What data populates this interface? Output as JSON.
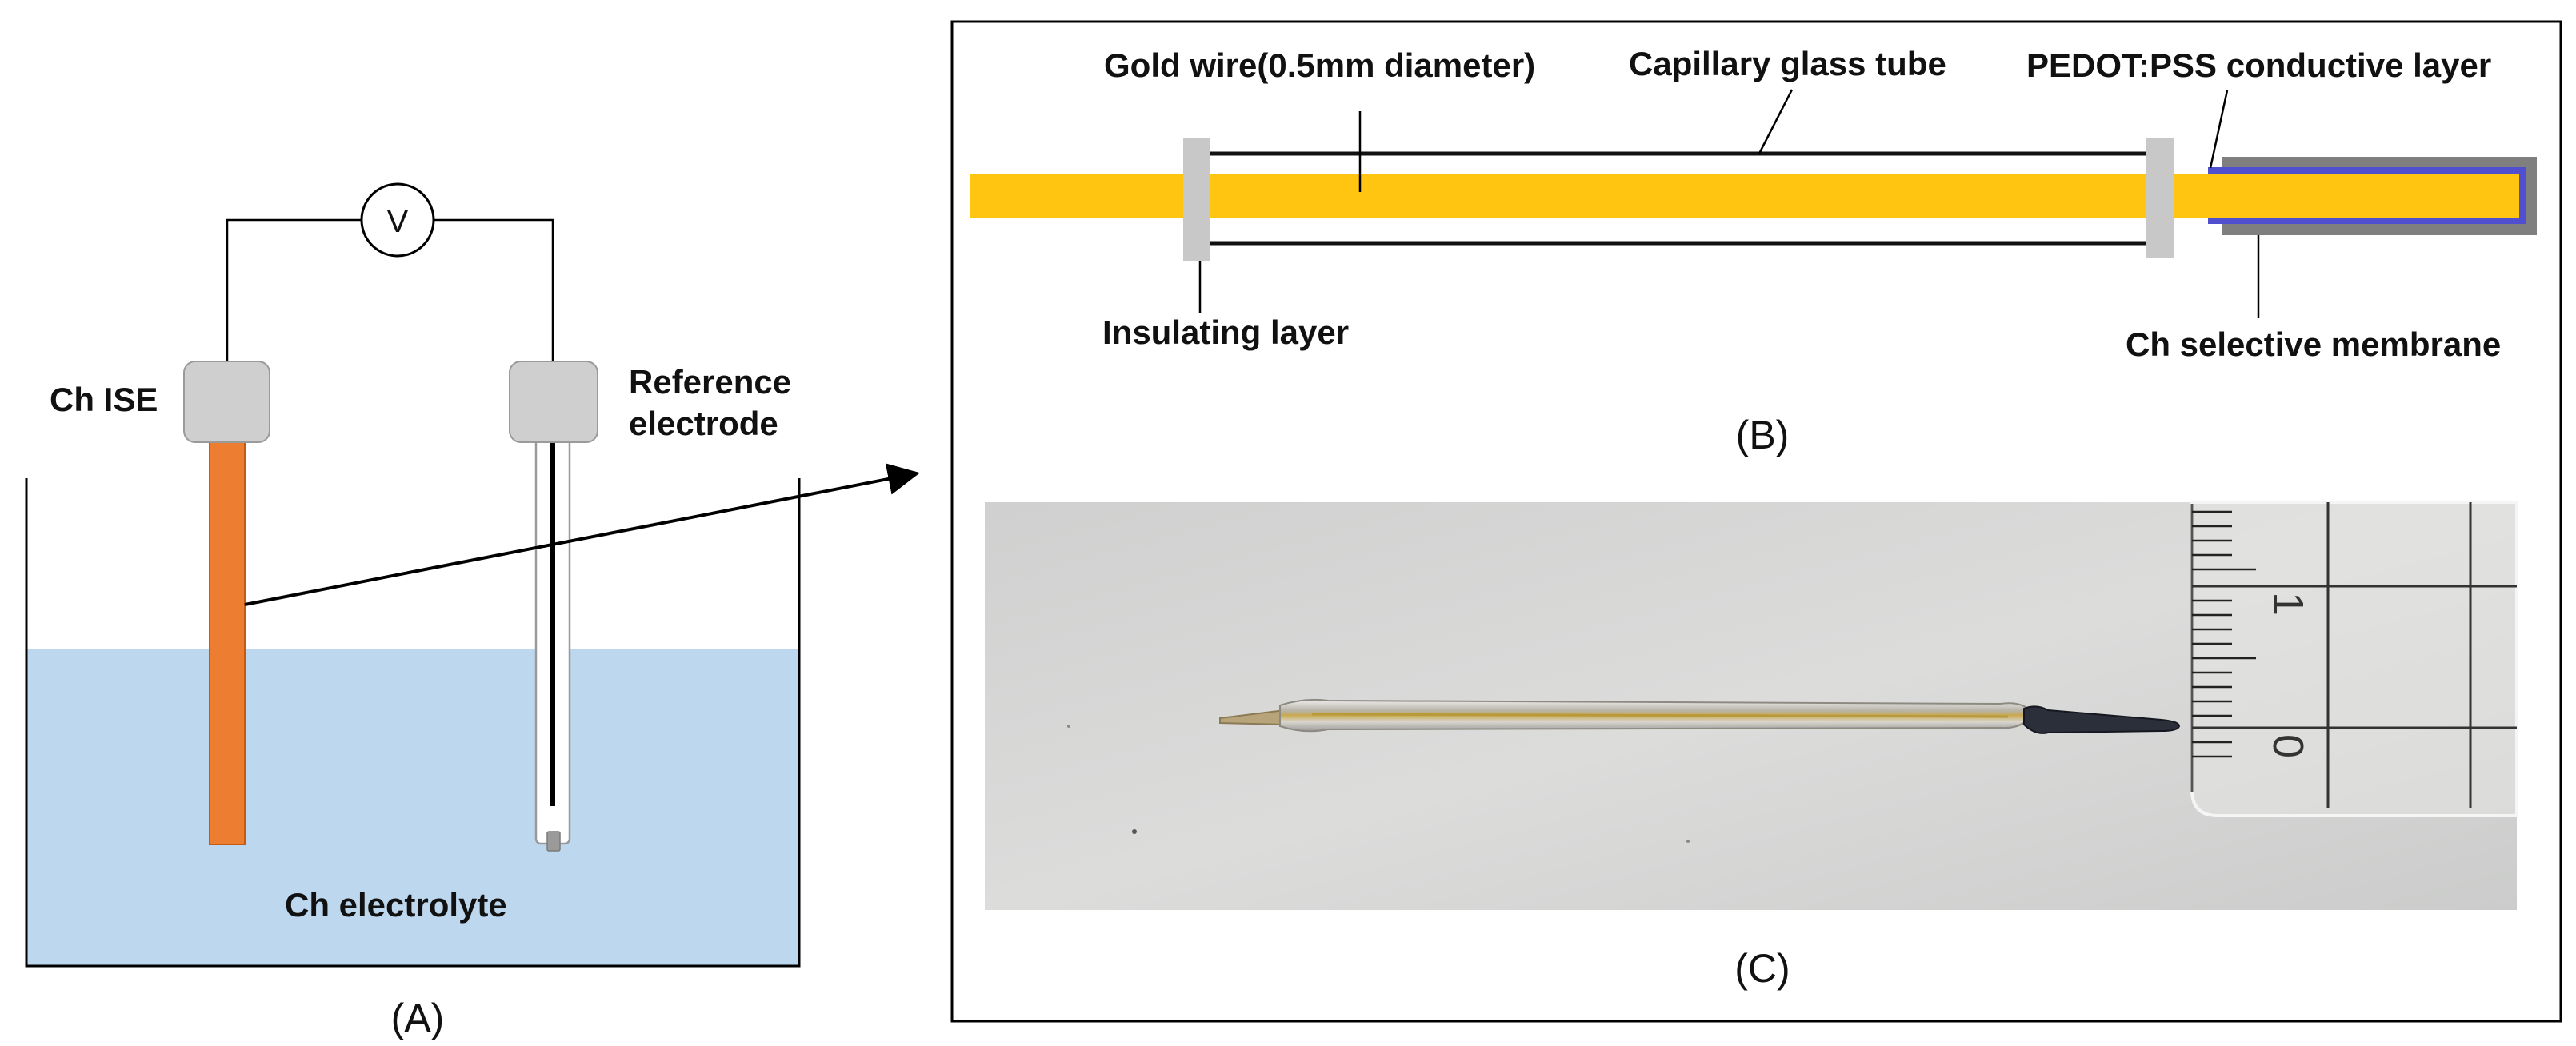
{
  "panel_a": {
    "caption": "(A)",
    "meter_symbol": "V",
    "ise_label": "Ch ISE",
    "reference_label_line1": "Reference",
    "reference_label_line2": "electrode",
    "electrolyte_label": "Ch electrolyte"
  },
  "panel_b": {
    "caption": "(B)",
    "gold_wire_label": "Gold wire(0.5mm diameter)",
    "capillary_label": "Capillary glass tube",
    "pedot_label": "PEDOT:PSS conductive layer",
    "insulating_label": "Insulating layer",
    "membrane_label": "Ch selective membrane"
  },
  "panel_c": {
    "caption": "(C)",
    "ruler_marks": [
      "1",
      "0"
    ]
  },
  "colors": {
    "gold_wire": "#FFC510",
    "ise_body": "#ED7D31",
    "electrolyte": "#BDD7EE",
    "pedot_layer": "#4F4FD0",
    "membrane": "#7F7F7F",
    "connector_cap": "#CFCFCF"
  }
}
